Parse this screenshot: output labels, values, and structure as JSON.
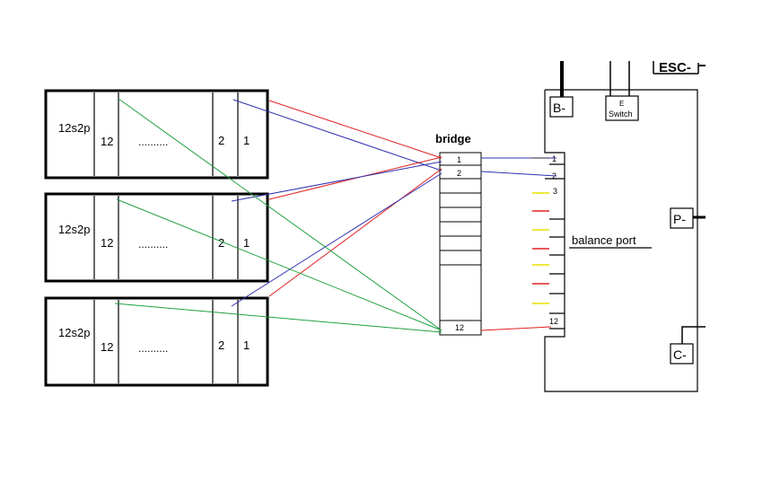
{
  "packs": [
    {
      "label": "12s2p",
      "first_cell": "12",
      "ellipsis": "..........",
      "cell_2": "2",
      "cell_1": "1"
    },
    {
      "label": "12s2p",
      "first_cell": "12",
      "ellipsis": "..........",
      "cell_2": "2",
      "cell_1": "1"
    },
    {
      "label": "12s2p",
      "first_cell": "12",
      "ellipsis": "..........",
      "cell_2": "2",
      "cell_1": "1"
    }
  ],
  "bridge": {
    "title": "bridge",
    "slot_1": "1",
    "slot_2": "2",
    "slot_12": "12"
  },
  "bms": {
    "top_label": "ESC-",
    "b_minus": "B-",
    "switch_line1": "E",
    "switch_line2": "Switch",
    "p_minus": "P-",
    "c_minus": "C-",
    "balance_label": "balance port",
    "pin_1": "1",
    "pin_2": "2",
    "pin_3": "3",
    "pin_12": "12"
  },
  "colors": {
    "red": "#e02020",
    "blue": "#3030b0",
    "green": "#20a040",
    "yellow": "#e8e000"
  }
}
